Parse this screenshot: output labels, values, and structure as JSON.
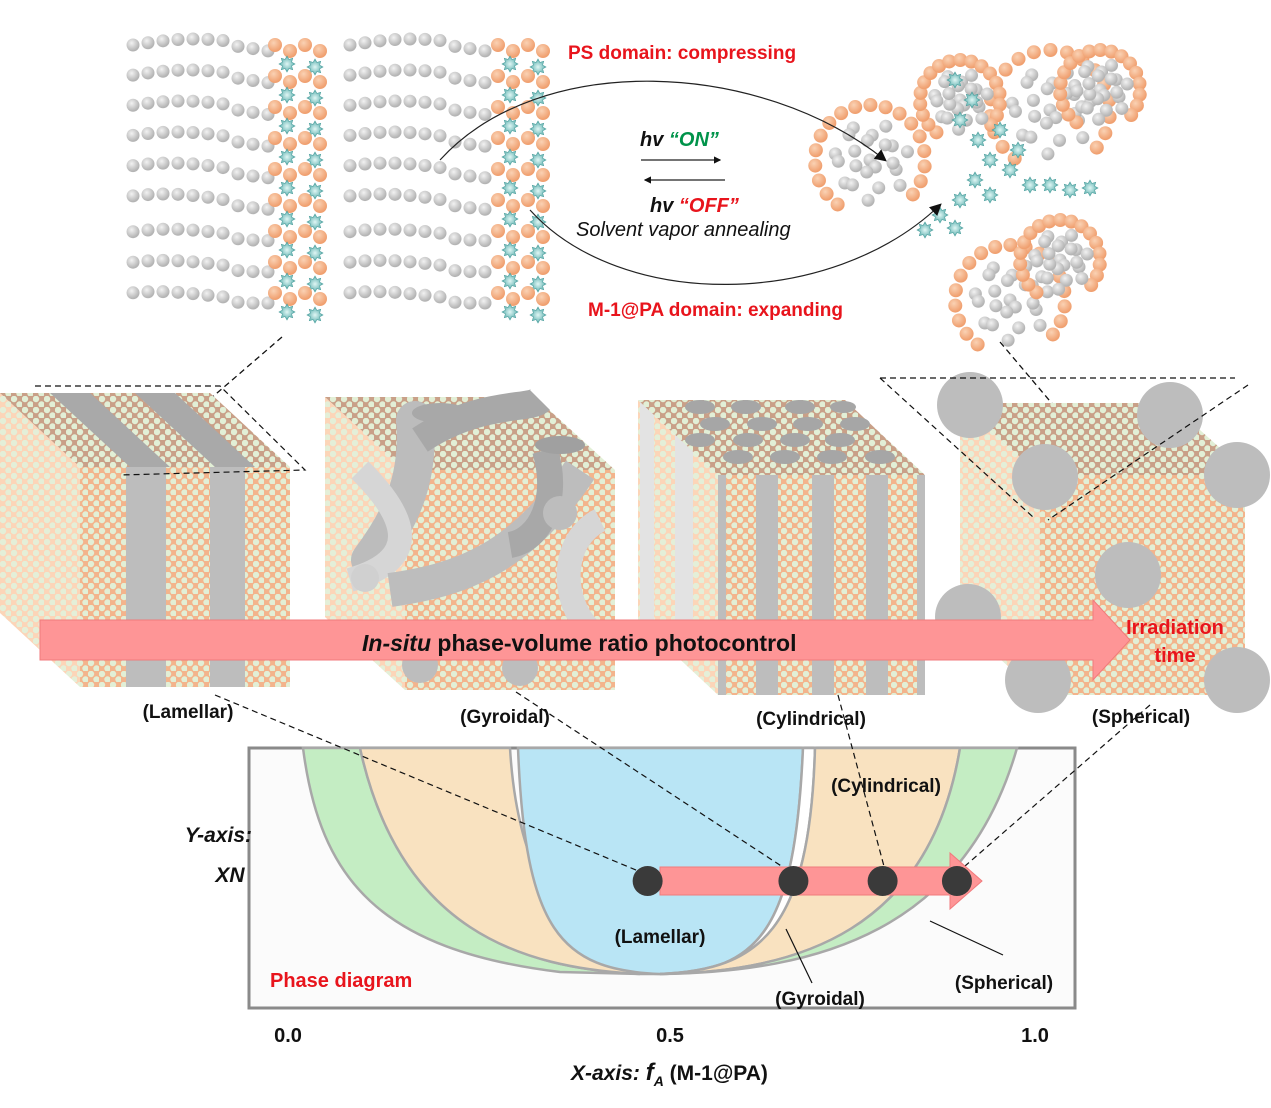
{
  "top_panel": {
    "ps_label": "PS domain: compressing",
    "pa_label": "M-1@PA domain: expanding",
    "hv_on_prefix": "hv ",
    "hv_on_word": "“ON”",
    "hv_off_prefix": "hv ",
    "hv_off_word": "“OFF”",
    "svа": "",
    "solvent_label": "Solvent vapor annealing"
  },
  "morphologies": [
    {
      "key": "lamellar",
      "label": "(Lamellar)"
    },
    {
      "key": "gyroidal",
      "label": "(Gyroidal)"
    },
    {
      "key": "cylindrical",
      "label": "(Cylindrical)"
    },
    {
      "key": "spherical",
      "label": "(Spherical)"
    }
  ],
  "arrow_banner": {
    "italic_part": "In-situ",
    "rest": " phase-volume ratio photocontrol",
    "end_label_line1": "Irradiation",
    "end_label_line2": "time"
  },
  "phase_diagram": {
    "title": "Phase diagram",
    "y_axis_line1": "Y-axis:",
    "y_axis_line2": "XN",
    "x_axis_prefix": "X-axis: ",
    "x_axis_var": "f",
    "x_axis_sub": "A",
    "x_axis_suffix": " (M-1@PA)",
    "x_ticks": [
      "0.0",
      "0.5",
      "1.0"
    ],
    "region_labels": {
      "lamellar": "(Lamellar)",
      "gyroidal": "(Gyroidal)",
      "cylindrical": "(Cylindrical)",
      "spherical": "(Spherical)"
    },
    "trajectory_points_fA": [
      0.5,
      0.68,
      0.8,
      0.9
    ]
  },
  "colors": {
    "red_text": "#e8141c",
    "green_text": "#00934a",
    "pa_orange": "#f3b48c",
    "ps_gray": "#bdbdbd",
    "teal": "#5fb6b4",
    "arrow_pink": "#fe9596",
    "lamellar_blue": "#b9e5f5",
    "cylinder_tan": "#f9e2c0",
    "sphere_green": "#c4edc3"
  }
}
